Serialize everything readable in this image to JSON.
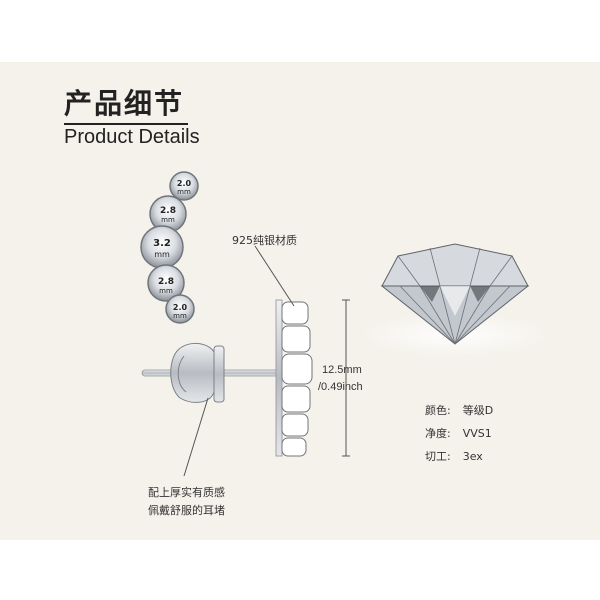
{
  "heading": {
    "title_cn": "产品细节",
    "title_en": "Product Details"
  },
  "stones": [
    {
      "size": "2.0",
      "unit": "mm"
    },
    {
      "size": "2.8",
      "unit": "mm"
    },
    {
      "size": "3.2",
      "unit": "mm"
    },
    {
      "size": "2.8",
      "unit": "mm"
    },
    {
      "size": "2.0",
      "unit": "mm"
    }
  ],
  "callouts": {
    "material": "925纯银材质",
    "backing_line1": "配上厚实有质感",
    "backing_line2": "佩戴舒服的耳堵"
  },
  "dimension": {
    "metric": "12.5mm",
    "imperial": "/0.49inch"
  },
  "specs": [
    {
      "label": "颜色:",
      "value": "等级D"
    },
    {
      "label": "净度:",
      "value": "VVS1"
    },
    {
      "label": "切工:",
      "value": "3ex"
    }
  ],
  "colors": {
    "panel": "#f5f2ec",
    "text": "#222222",
    "metal": "#c9ccd1"
  }
}
